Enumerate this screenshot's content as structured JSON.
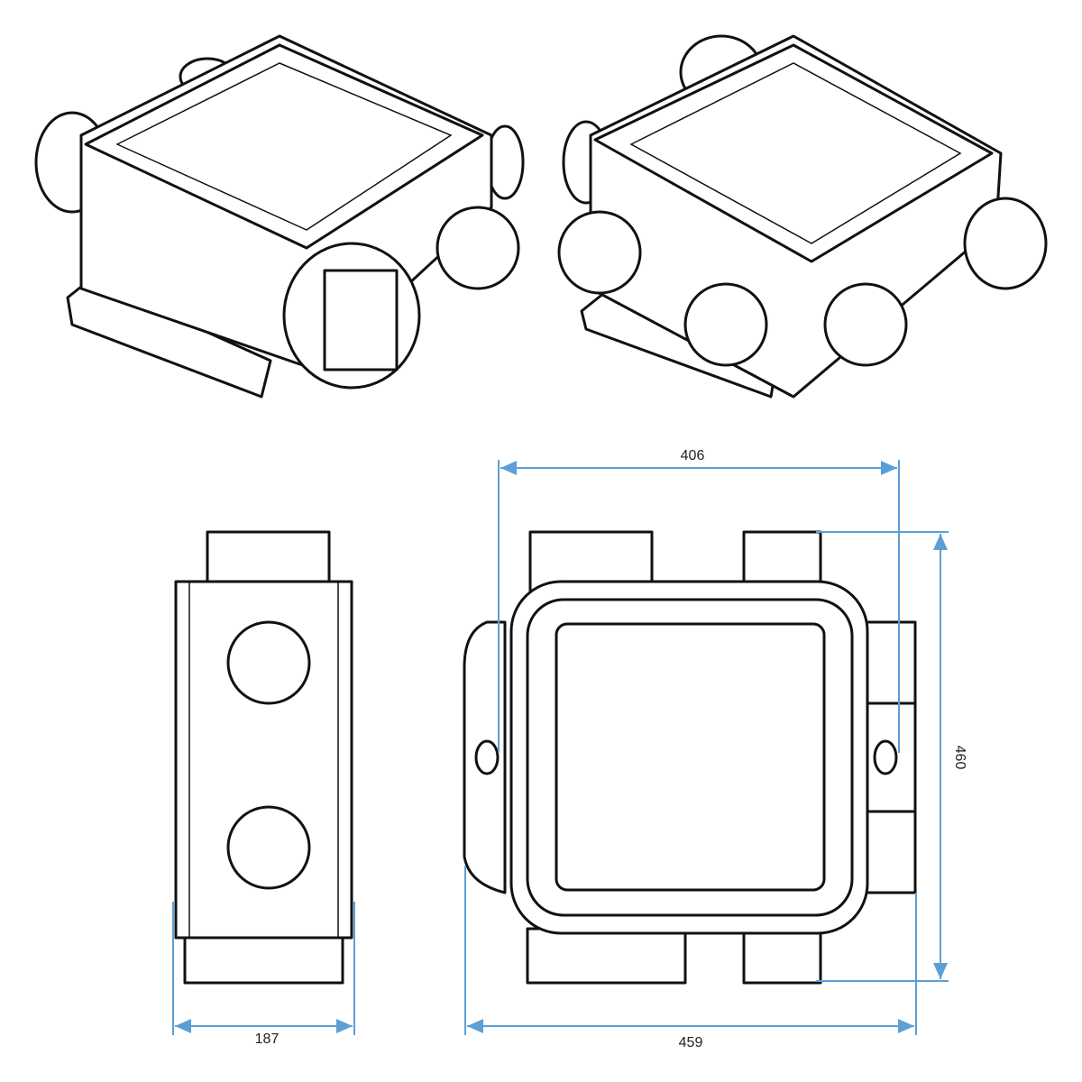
{
  "dimensions": {
    "top_width": "406",
    "height": "460",
    "side_depth": "187",
    "overall_width": "459"
  },
  "colors": {
    "dimension_line": "#5b9fd6",
    "outline": "#111111"
  }
}
